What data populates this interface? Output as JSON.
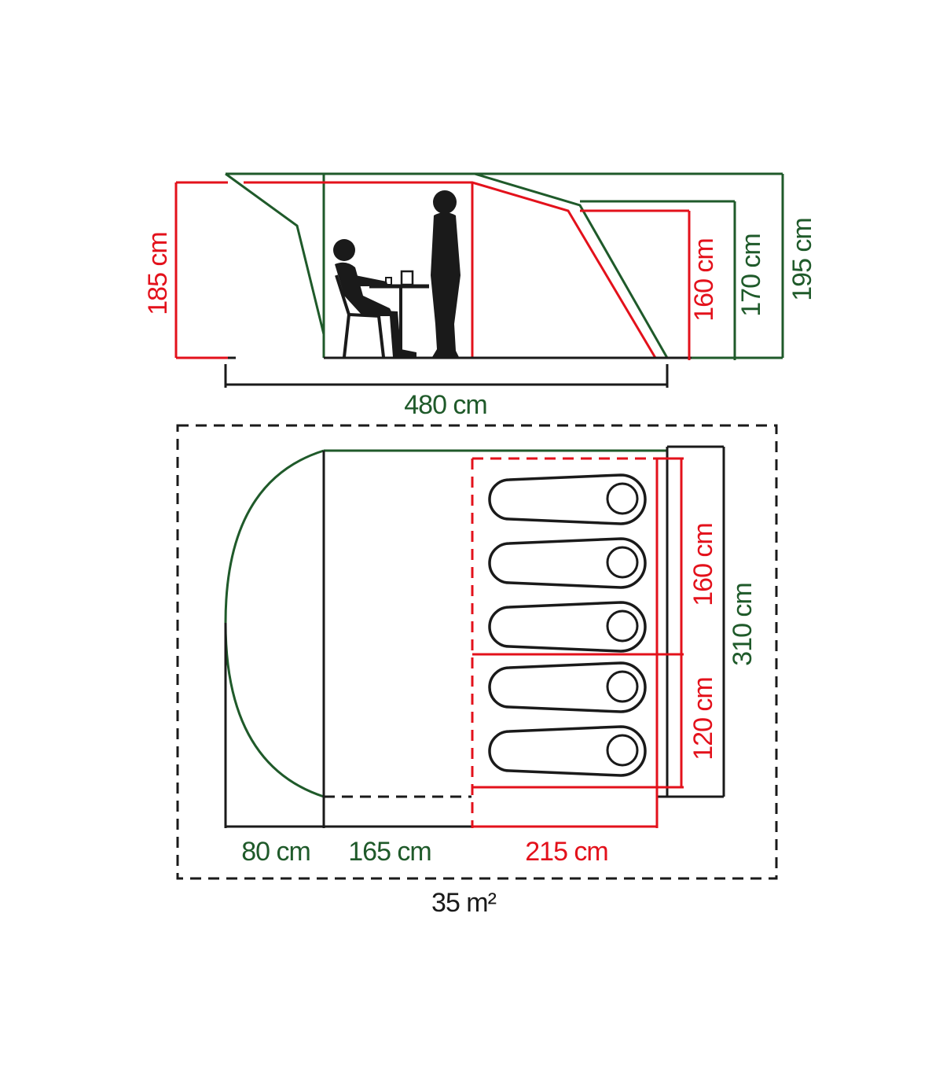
{
  "colors": {
    "red": "#e3111b",
    "green": "#1f5a2a",
    "black": "#1a1a1a"
  },
  "side_view": {
    "length_label": "480 cm",
    "height_left_label": "185 cm",
    "height_rear_inner_label": "160 cm",
    "height_rear_outer_label": "170 cm",
    "height_max_label": "195 cm"
  },
  "floor_plan": {
    "width_label": "310 cm",
    "bedroom_depth_front_label": "160 cm",
    "bedroom_depth_rear_label": "120 cm",
    "porch_label": "80 cm",
    "living_label": "165 cm",
    "bedroom_label": "215 cm",
    "area_label": "35 m²"
  }
}
